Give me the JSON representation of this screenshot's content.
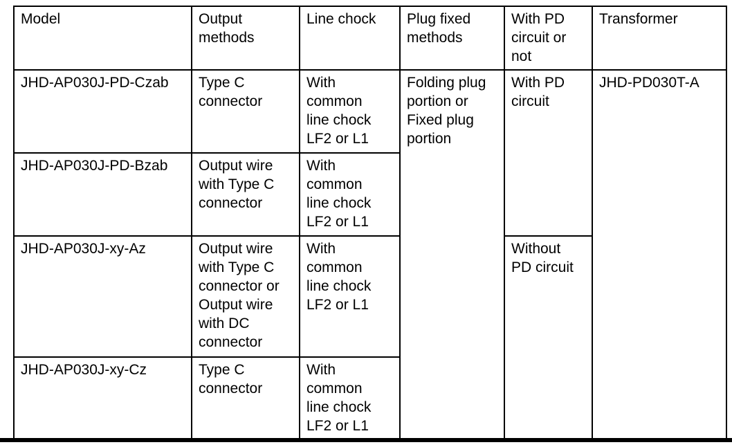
{
  "page": {
    "background_color": "#ffffff",
    "text_color": "#000000",
    "border_color": "#000000"
  },
  "table": {
    "header": {
      "model": "Model",
      "output_methods": "Output\nmethods",
      "line_chock": "Line chock",
      "plug_fixed_methods": "Plug fixed\nmethods",
      "pd_circuit": "With PD\ncircuit or\nnot",
      "transformer": "Transformer"
    },
    "merged": {
      "plug_fixed_methods": "Folding plug\nportion or\nFixed plug\nportion",
      "with_pd_circuit": "With PD\ncircuit",
      "without_pd_circuit": "Without\nPD circuit",
      "transformer": "JHD-PD030T-A"
    },
    "rows": [
      {
        "model": "JHD-AP030J-PD-Czab",
        "output_methods": "Type C\nconnector",
        "line_chock": "With\ncommon\nline chock\nLF2 or L1"
      },
      {
        "model": "JHD-AP030J-PD-Bzab",
        "output_methods": "Output wire\nwith Type C\nconnector",
        "line_chock": "With\ncommon\nline chock\nLF2 or L1"
      },
      {
        "model": "JHD-AP030J-xy-Az",
        "output_methods": "Output wire\nwith Type C\nconnector or\nOutput wire\nwith DC\nconnector",
        "line_chock": "With\ncommon\nline chock\nLF2 or L1"
      },
      {
        "model": "JHD-AP030J-xy-Cz",
        "output_methods": "Type C\nconnector",
        "line_chock": "With\ncommon\nline chock\nLF2 or L1"
      }
    ]
  }
}
